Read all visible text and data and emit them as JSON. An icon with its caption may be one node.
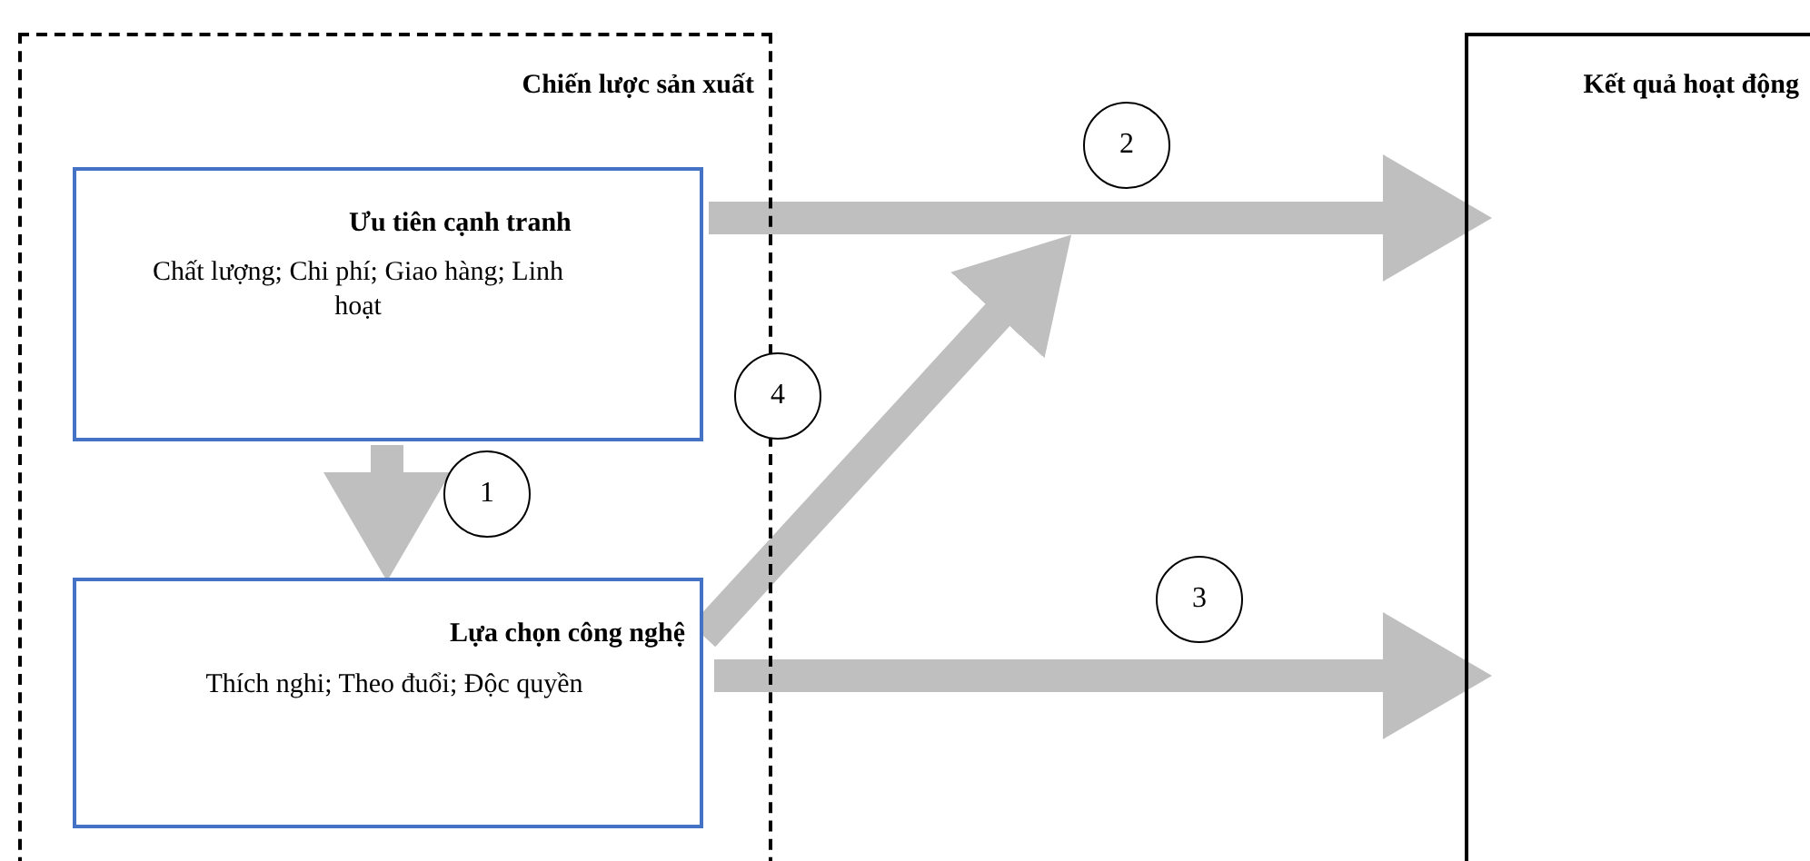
{
  "diagram": {
    "nodes": [
      {
        "text": [
          "Chiến lược sản xuất"
        ]
      },
      {
        "text": [
          "Ưu tiên cạnh tranh",
          "Chất lượng; Chi phí; Giao hàng; Linh hoạt"
        ],
        "in": 0
      },
      {
        "text": [
          "Lựa chọn công nghệ",
          "Thích nghi; Theo đuổi; Độc quyền"
        ],
        "in": 0
      },
      {
        "text": [
          "Kết quả hoạt động"
        ]
      }
    ],
    "edges": [
      {
        "from": 1,
        "to": 2,
        "arrow": "to",
        "label": "1"
      },
      {
        "from": 1,
        "to": 3,
        "arrow": "to",
        "label": "2"
      },
      {
        "from": 2,
        "to": 3,
        "arrow": "to",
        "label": "3"
      },
      {
        "from": 2,
        "to": null,
        "arrow": "to",
        "label": "4"
      }
    ]
  }
}
